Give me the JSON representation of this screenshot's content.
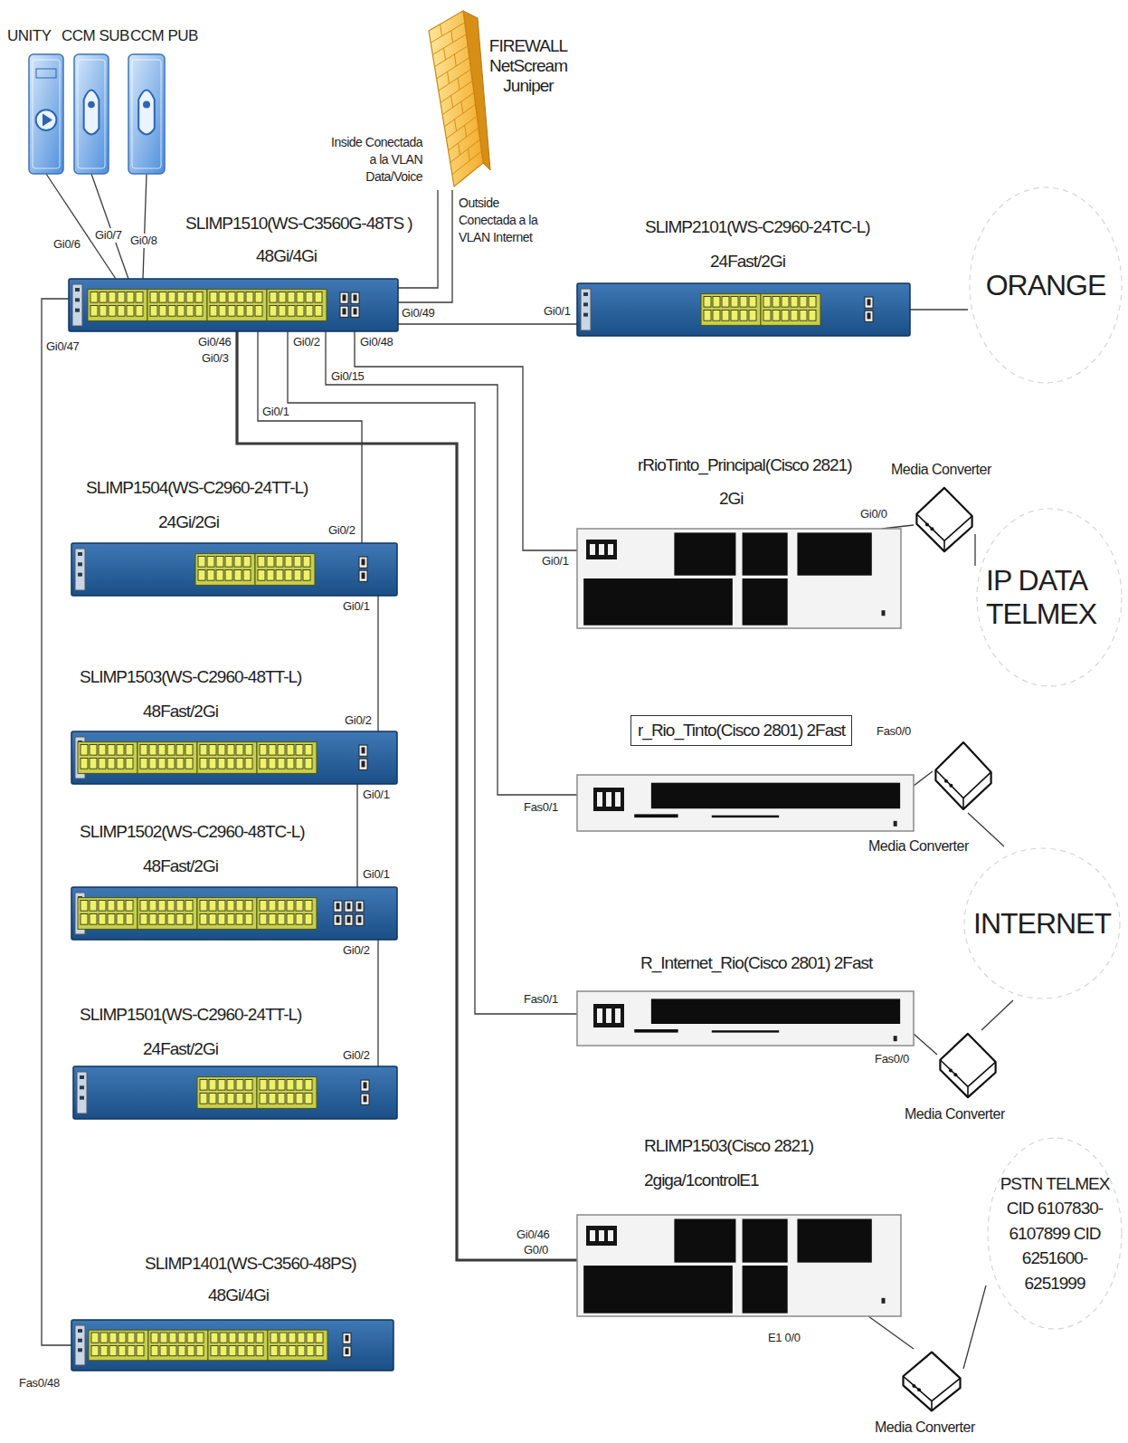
{
  "diagram": {
    "nodes": [
      {
        "text": [
          "UNITY"
        ]
      },
      {
        "text": [
          "CCM SUB"
        ]
      },
      {
        "text": [
          "CCM PUB"
        ]
      },
      {
        "text": [
          "FIREWALL NetScream Juniper"
        ]
      },
      {
        "text": [
          "SLIMP1510(WS-C3560G-48TS )",
          "48Gi/4Gi"
        ]
      },
      {
        "text": [
          "SLIMP2101(WS-C2960-24TC-L)",
          "24Fast/2Gi"
        ]
      },
      {
        "text": [
          "ORANGE"
        ]
      },
      {
        "text": [
          "rRioTinto_Principal(Cisco 2821)",
          "2Gi"
        ]
      },
      {
        "text": [
          "Media Converter"
        ]
      },
      {
        "text": [
          "IP DATA TELMEX"
        ]
      },
      {
        "text": [
          "SLIMP1504(WS-C2960-24TT-L)",
          "24Gi/2Gi"
        ]
      },
      {
        "text": [
          "SLIMP1503(WS-C2960-48TT-L)",
          "48Fast/2Gi"
        ]
      },
      {
        "text": [
          "r_Rio_Tinto(Cisco 2801) 2Fast"
        ]
      },
      {
        "text": [
          "Media Converter"
        ]
      },
      {
        "text": [
          "SLIMP1502(WS-C2960-48TC-L)",
          "48Fast/2Gi"
        ]
      },
      {
        "text": [
          "INTERNET"
        ]
      },
      {
        "text": [
          "R_Internet_Rio(Cisco 2801) 2Fast"
        ]
      },
      {
        "text": [
          "Media Converter"
        ]
      },
      {
        "text": [
          "SLIMP1501(WS-C2960-24TT-L)",
          "24Fast/2Gi"
        ]
      },
      {
        "text": [
          "RLIMP1503(Cisco 2821)",
          "2giga/1controlE1"
        ]
      },
      {
        "text": [
          "PSTN TELMEX CID 6107830-6107899 CID 6251600-6251999"
        ]
      },
      {
        "text": [
          "SLIMP1401(WS-C3560-48PS)",
          "48Gi/4Gi"
        ]
      },
      {
        "text": [
          "Media Converter"
        ]
      }
    ],
    "edges": [
      {
        "from": 0,
        "to": 4,
        "arrow": "none"
      },
      {
        "from": 1,
        "to": 4,
        "arrow": "none"
      },
      {
        "from": 2,
        "to": 4,
        "arrow": "none"
      },
      {
        "from": 3,
        "to": 4,
        "arrow": "none"
      },
      {
        "from": 3,
        "to": 4,
        "arrow": "none"
      },
      {
        "from": 4,
        "to": 5,
        "arrow": "none"
      },
      {
        "from": 5,
        "to": 6,
        "arrow": "none"
      },
      {
        "from": 4,
        "to": 7,
        "arrow": "none"
      },
      {
        "from": 7,
        "to": 8,
        "arrow": "none"
      },
      {
        "from": 8,
        "to": 9,
        "arrow": "none"
      },
      {
        "from": 4,
        "to": 12,
        "arrow": "none"
      },
      {
        "from": 12,
        "to": 13,
        "arrow": "none"
      },
      {
        "from": 13,
        "to": 15,
        "arrow": "none"
      },
      {
        "from": 4,
        "to": 16,
        "arrow": "none"
      },
      {
        "from": 16,
        "to": 17,
        "arrow": "none"
      },
      {
        "from": 17,
        "to": 15,
        "arrow": "none"
      },
      {
        "from": 4,
        "to": 19,
        "arrow": "none"
      },
      {
        "from": 19,
        "to": 22,
        "arrow": "none"
      },
      {
        "from": 22,
        "to": 20,
        "arrow": "none"
      },
      {
        "from": 4,
        "to": 10,
        "arrow": "none"
      },
      {
        "from": 10,
        "to": 11,
        "arrow": "none"
      },
      {
        "from": 11,
        "to": 14,
        "arrow": "none"
      },
      {
        "from": 14,
        "to": 18,
        "arrow": "none"
      },
      {
        "from": 4,
        "to": 21,
        "arrow": "none"
      }
    ],
    "labels": [
      "Gi0/6",
      "Gi0/7",
      "Gi0/8",
      "Inside Conectada a la VLAN Data/Voice",
      "Outside Conectada a la VLAN Internet",
      "Gi0/47",
      "Gi0/46",
      "Gi0/3",
      "Gi0/2",
      "Gi0/48",
      "Gi0/15",
      "Gi0/1",
      "Gi0/49",
      "Gi0/1",
      "Gi0/2",
      "Gi0/1",
      "Gi0/2",
      "Gi0/1",
      "Gi0/1",
      "Gi0/2",
      "Gi0/2",
      "Gi0/1",
      "Gi0/0",
      "Fas0/1",
      "Fas0/0",
      "Fas0/1",
      "Fas0/0",
      "Gi0/46",
      "G0/0",
      "E1 0/0",
      "Fas0/48"
    ]
  }
}
